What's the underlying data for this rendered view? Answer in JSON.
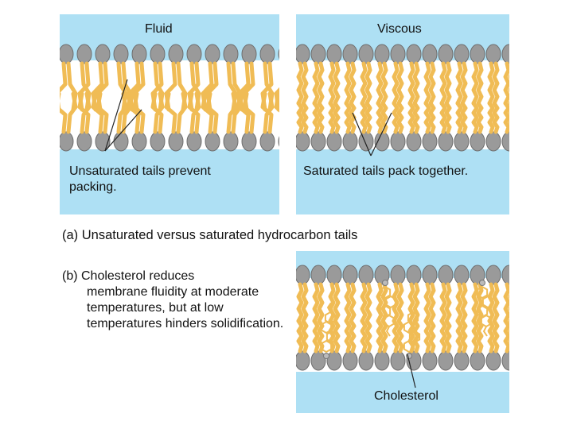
{
  "panels": {
    "fluid": {
      "title": "Fluid",
      "caption": "Unsaturated tails prevent packing."
    },
    "viscous": {
      "title": "Viscous",
      "caption": "Saturated tails pack together."
    }
  },
  "captions": {
    "a": "(a) Unsaturated versus saturated hydrocarbon tails",
    "b_first": "(b) Cholesterol reduces",
    "b_rest": "membrane fluidity at moderate temperatures, but at low temperatures hinders solidification."
  },
  "cholesterol_label": "Cholesterol",
  "colors": {
    "water": "#aee0f4",
    "head": "#9a9a9a",
    "tail": "#f0bc55",
    "ring": "#f0bc55"
  }
}
